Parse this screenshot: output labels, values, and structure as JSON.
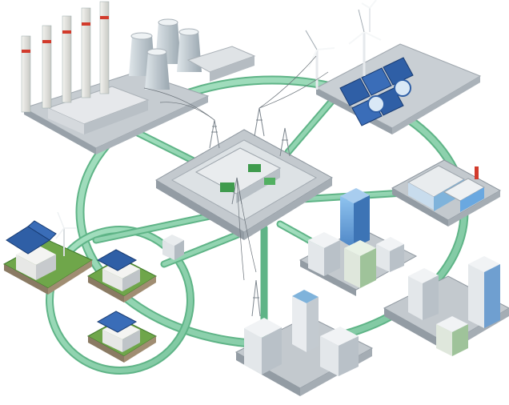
{
  "diagram": {
    "nodes": [
      {
        "id": "power-plant",
        "kind": "industrial"
      },
      {
        "id": "wind-solar-farm",
        "kind": "renewable"
      },
      {
        "id": "substation",
        "kind": "grid-hub"
      },
      {
        "id": "factory",
        "kind": "industrial"
      },
      {
        "id": "city-center",
        "kind": "urban"
      },
      {
        "id": "city-east",
        "kind": "urban"
      },
      {
        "id": "downtown",
        "kind": "urban"
      },
      {
        "id": "house-solar",
        "kind": "residential"
      },
      {
        "id": "house-mid",
        "kind": "residential"
      },
      {
        "id": "house-bottom",
        "kind": "residential"
      },
      {
        "id": "transformer-box",
        "kind": "grid-equipment"
      }
    ],
    "colors": {
      "grid_ring": "#8fd3b0",
      "grid_ring_edge": "#5fb487",
      "platform": "#cdd3d8",
      "building_light": "#eef1f4",
      "building_shadow": "#b7bec6",
      "glass_blue": "#6aa8e0",
      "solar_panel": "#2f5fa6",
      "grass": "#6fa64a",
      "accent_red": "#d23b2c"
    },
    "icons": [
      "wind-turbine-icon",
      "solar-panel-icon",
      "cooling-tower-icon",
      "transmission-tower-icon"
    ]
  }
}
